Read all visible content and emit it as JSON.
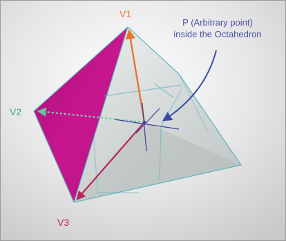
{
  "figure": {
    "vertex_labels": {
      "v1": "V1",
      "v2": "V2",
      "v3": "V3"
    },
    "point_annotation": {
      "line1": "P (Arbitrary point)",
      "line2": "inside the Octahedron"
    }
  },
  "colors": {
    "background": "#d9d9d9",
    "face_magenta": "#c8168e",
    "face_magenta_dark": "#9c0f6e",
    "body_gray": "#bcc3c3",
    "body_light": "#eef0ef",
    "edge_teal": "#5fb4bf",
    "v1_arrow": "#e8742a",
    "v2_arrow": "#7fcfa8",
    "v3_arrow": "#b8245e",
    "point_marker": "#3d3f9c",
    "annotation_text": "#4a4fa6",
    "v1_label": "#e8742a",
    "v2_label": "#2fae7a",
    "v3_label": "#b8245e"
  },
  "icons": {
    "v1_arrow": "arrow-solid",
    "v2_arrow": "arrow-dashed",
    "v3_arrow": "arrow-solid",
    "annotation_pointer": "curved-arrow"
  }
}
